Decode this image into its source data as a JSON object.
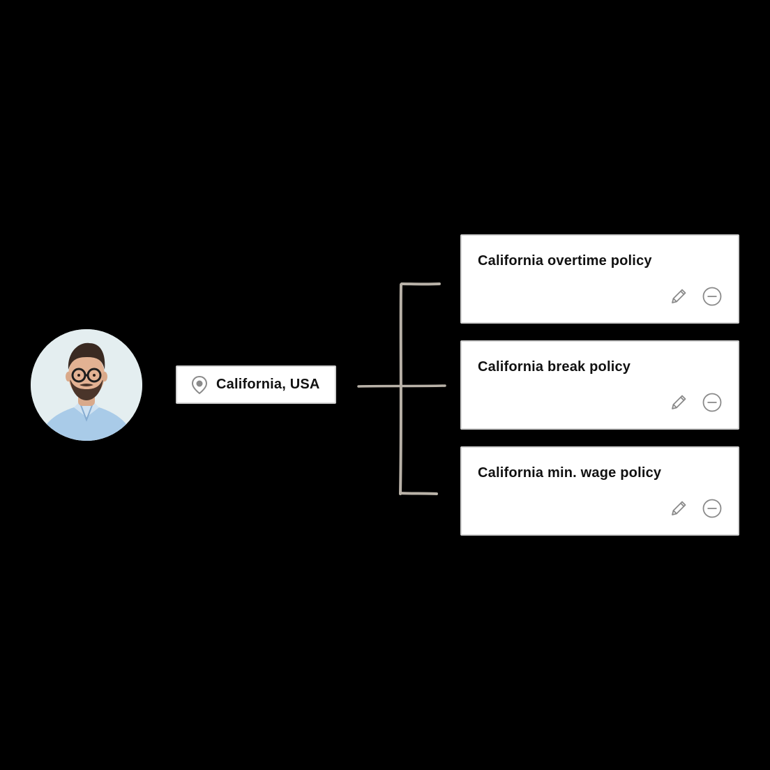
{
  "profile": {
    "avatar_icon": "person-avatar-photo"
  },
  "location": {
    "icon": "map-pin-icon",
    "label": "California, USA"
  },
  "policies": [
    {
      "title": "California overtime policy",
      "edit_icon": "pencil-icon",
      "remove_icon": "minus-circle-icon"
    },
    {
      "title": "California break policy",
      "edit_icon": "pencil-icon",
      "remove_icon": "minus-circle-icon"
    },
    {
      "title": "California min. wage policy",
      "edit_icon": "pencil-icon",
      "remove_icon": "minus-circle-icon"
    }
  ],
  "colors": {
    "background": "#000000",
    "card": "#ffffff",
    "card_border": "#d2d2d2",
    "text": "#111111",
    "icon": "#8a8a8a",
    "connector": "#b9b2a8"
  }
}
